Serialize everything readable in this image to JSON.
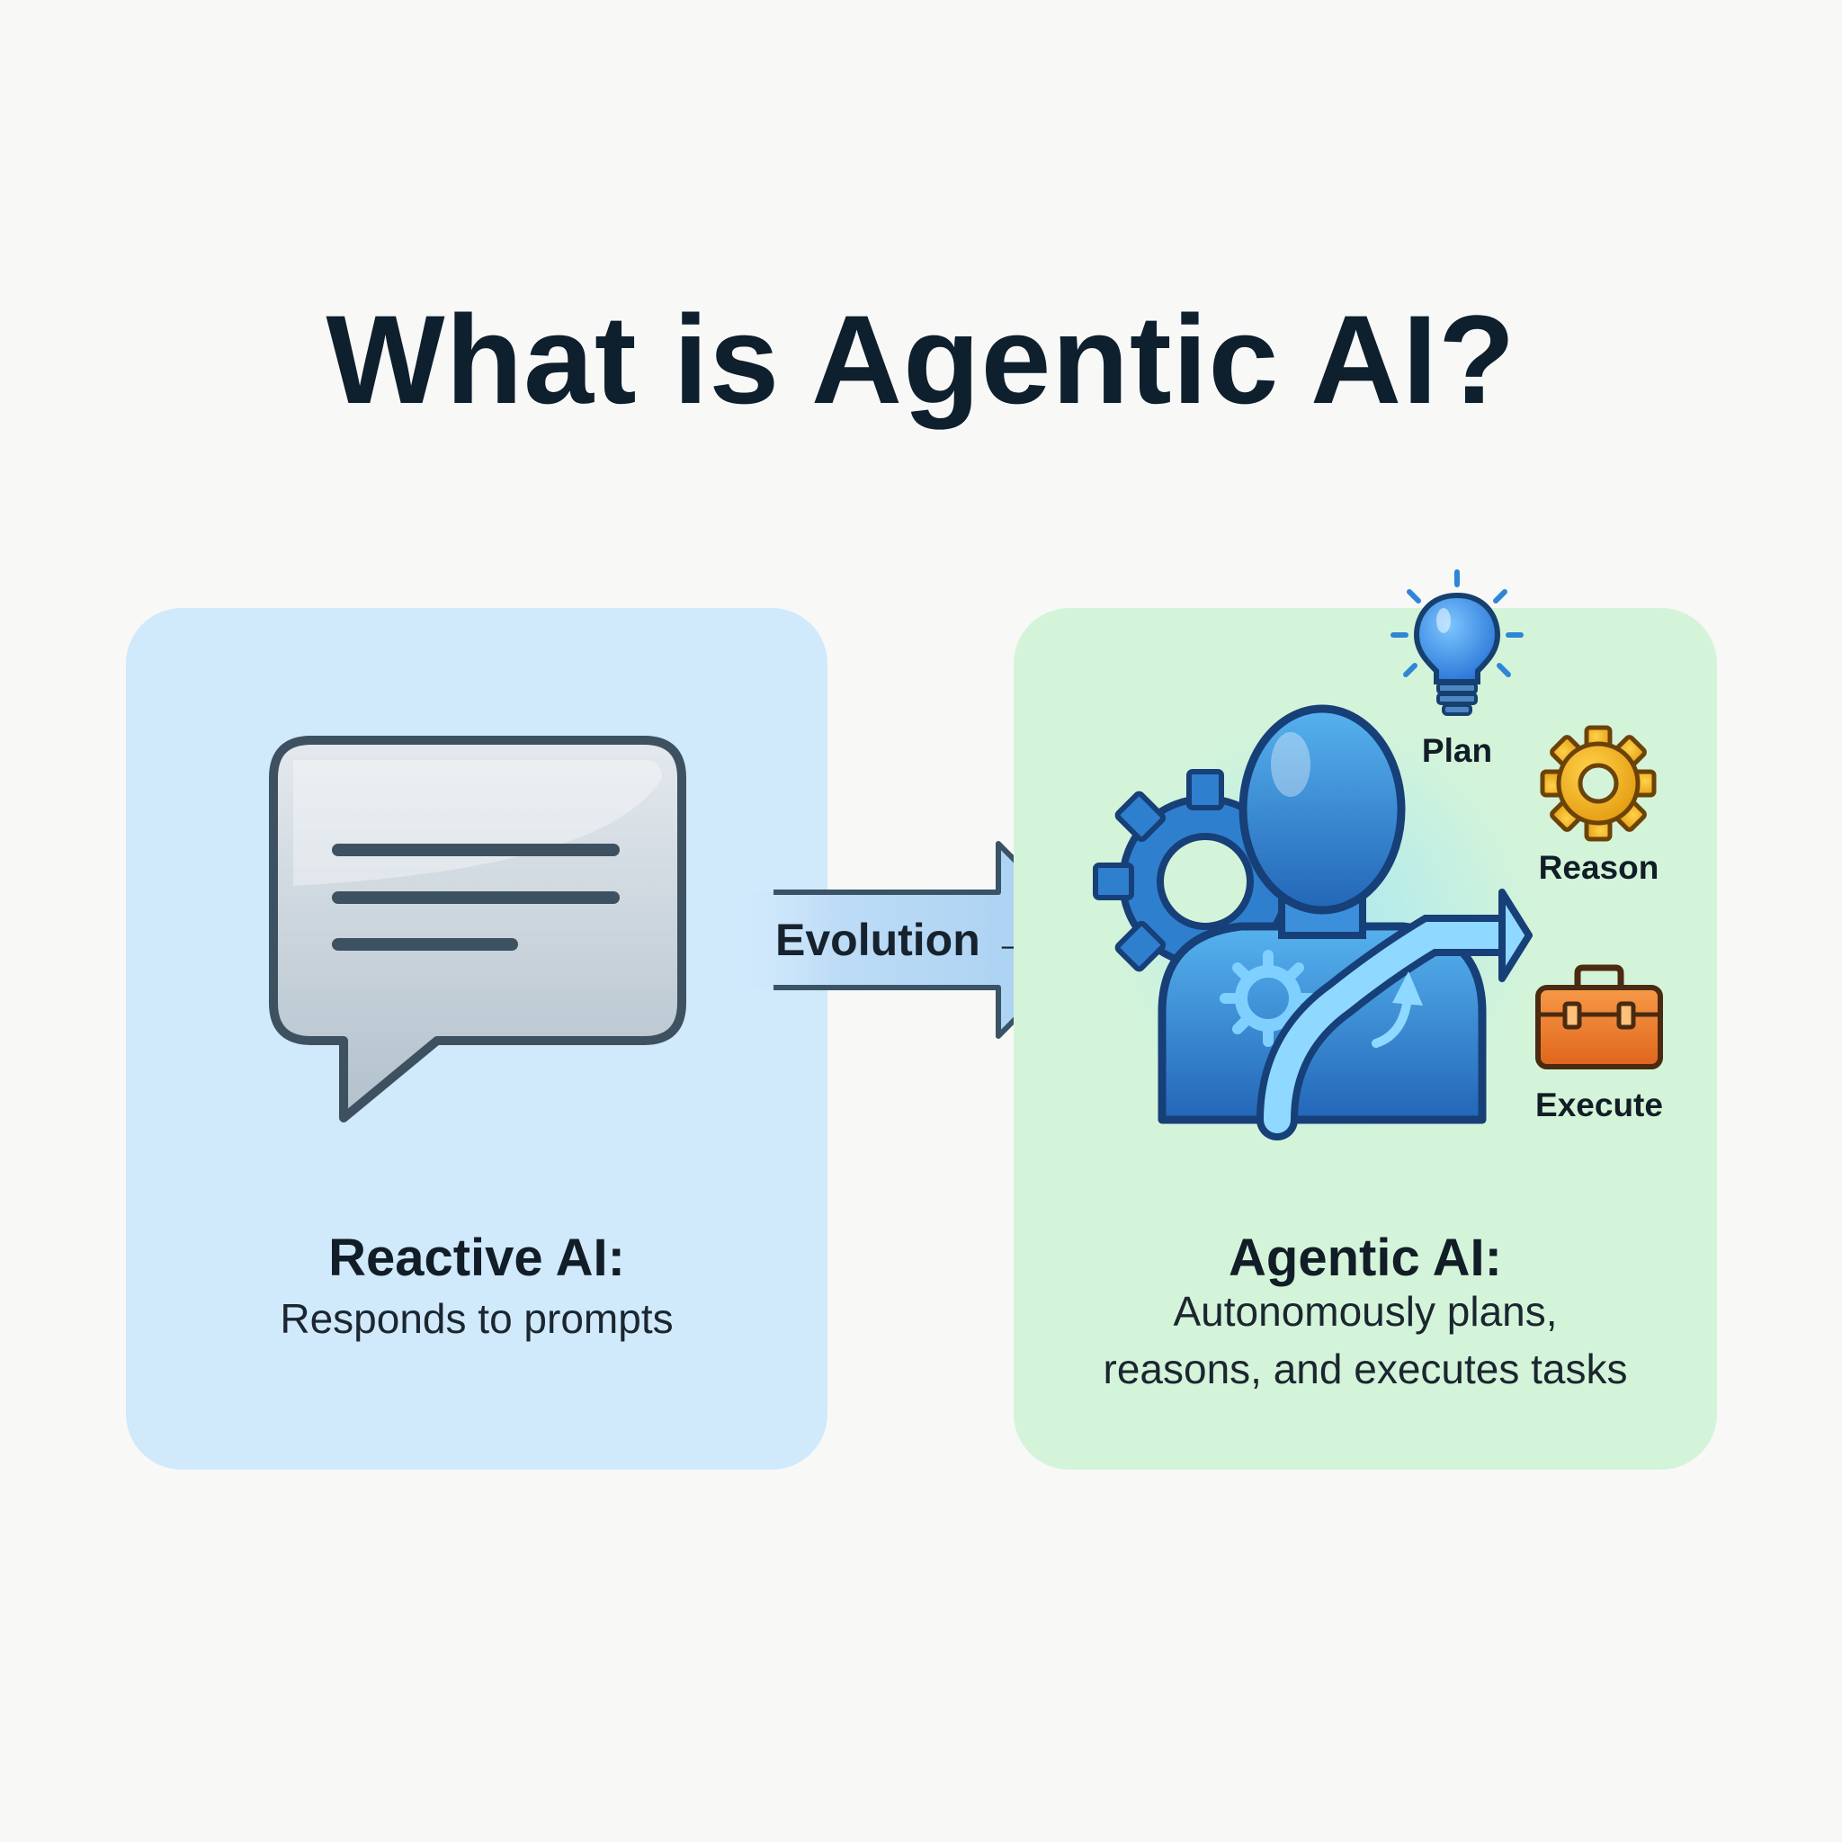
{
  "title": "What is Agentic AI?",
  "reactive": {
    "heading": "Reactive AI:",
    "description": "Responds to prompts",
    "icon": "chat-bubble-icon"
  },
  "evolution": {
    "label": "Evolution →",
    "icon": "right-arrow-icon"
  },
  "agentic": {
    "heading": "Agentic AI:",
    "description_line1": "Autonomously plans,",
    "description_line2": "reasons, and executes tasks",
    "icon": "ai-agent-person-icon",
    "capabilities": [
      {
        "label": "Plan",
        "icon": "lightbulb-icon"
      },
      {
        "label": "Reason",
        "icon": "gear-icon"
      },
      {
        "label": "Execute",
        "icon": "toolbox-icon"
      }
    ]
  },
  "colors": {
    "reactive_panel": "#d0e9fb",
    "agentic_panel": "#d4f4d9",
    "title": "#0e1f2e",
    "accent_blue": "#2f86d6",
    "gear_gold": "#f2b31c",
    "toolbox_orange": "#f07b2a"
  }
}
